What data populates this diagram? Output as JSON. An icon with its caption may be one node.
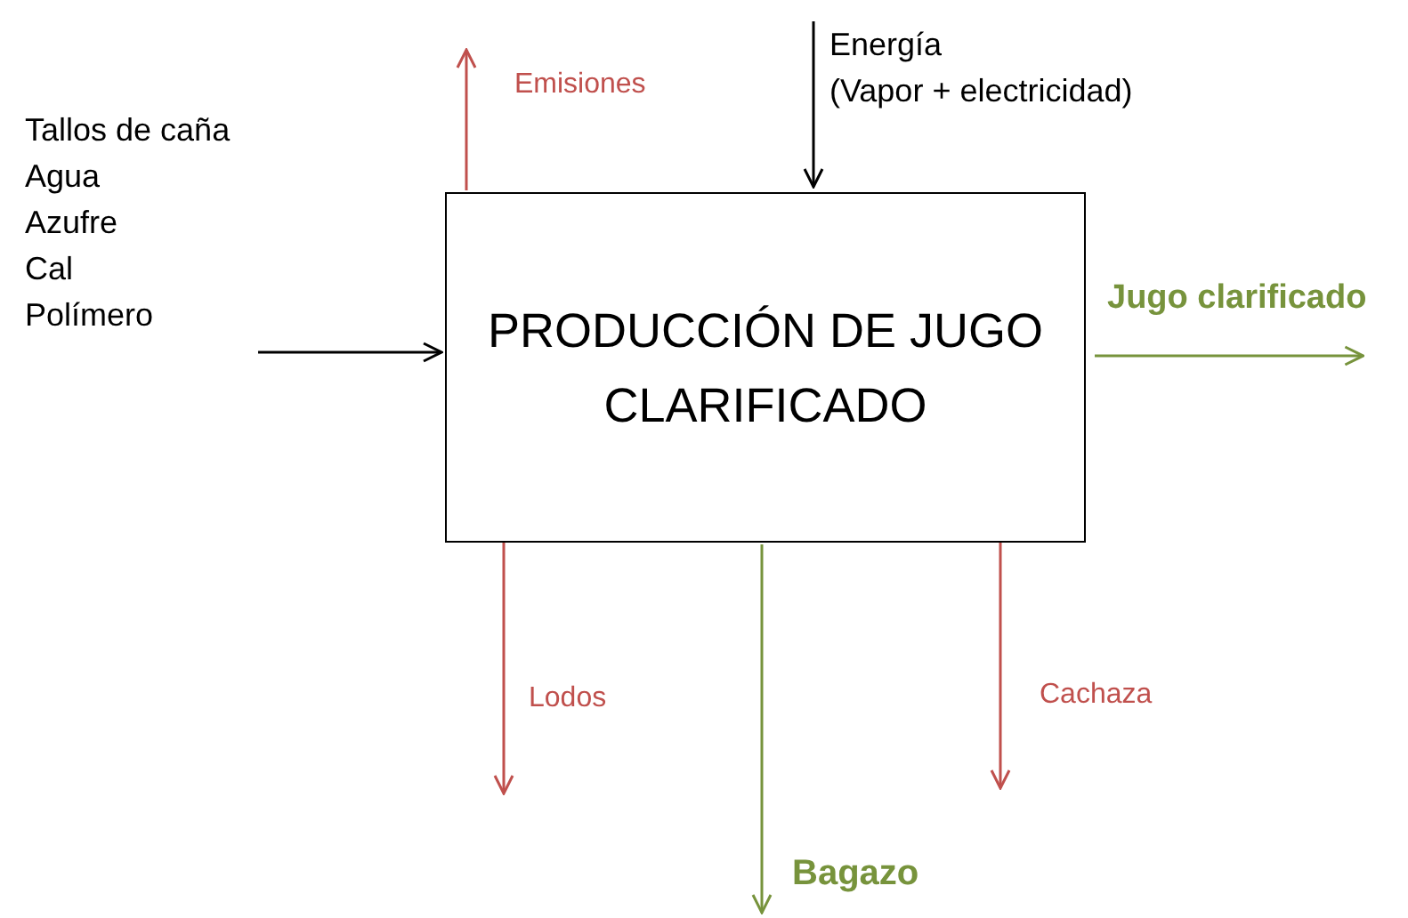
{
  "diagram": {
    "nodes": [
      {
        "text": [
          "PRODUCCIÓN DE JUGO CLARIFICADO"
        ]
      },
      {
        "text": [
          "Tallos de caña",
          "Agua",
          "Azufre",
          "Cal",
          "Polímero"
        ]
      },
      {
        "text": [
          "Emisiones"
        ]
      },
      {
        "text": [
          "Energía",
          "(Vapor + electricidad)"
        ]
      },
      {
        "text": [
          "Jugo clarificado"
        ]
      },
      {
        "text": [
          "Lodos"
        ]
      },
      {
        "text": [
          "Bagazo"
        ]
      },
      {
        "text": [
          "Cachaza"
        ]
      }
    ],
    "edges": [
      {
        "from": 1,
        "to": 0,
        "arrow": "to",
        "color": "#000000"
      },
      {
        "from": 0,
        "to": 2,
        "arrow": "to",
        "color": "#c0504d"
      },
      {
        "from": 3,
        "to": 0,
        "arrow": "to",
        "color": "#000000"
      },
      {
        "from": 0,
        "to": 4,
        "arrow": "to",
        "color": "#77933c"
      },
      {
        "from": 0,
        "to": 5,
        "arrow": "to",
        "color": "#c0504d"
      },
      {
        "from": 0,
        "to": 6,
        "arrow": "to",
        "color": "#77933c"
      },
      {
        "from": 0,
        "to": 7,
        "arrow": "to",
        "color": "#c0504d"
      }
    ]
  }
}
